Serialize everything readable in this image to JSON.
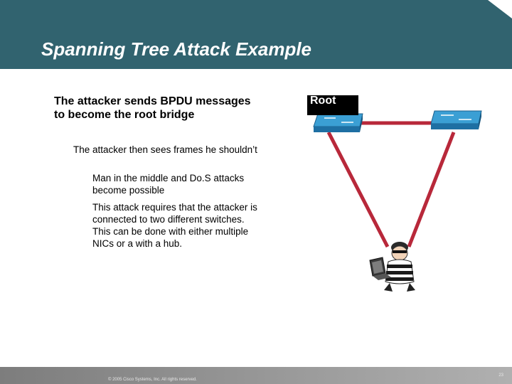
{
  "slide": {
    "title": "Spanning Tree Attack Example",
    "bullets": [
      "The attacker sends BPDU messages to become the root bridge",
      "The attacker then sees frames he shouldn’t",
      "Man in the middle and Do.S attacks become possible",
      "This attack requires that the attacker is connected to two different switches. This can be done with either multiple NICs or a with a hub."
    ]
  },
  "diagram": {
    "root_label": "Root",
    "link_color": "#b8283a",
    "switch_color": "#3b9fd4",
    "icons": [
      "switch-icon",
      "switch-icon",
      "attacker-icon",
      "laptop-icon"
    ]
  },
  "footer": {
    "copyright": "© 2005 Cisco Systems, Inc. All rights reserved.",
    "page_number": "23"
  },
  "colors": {
    "header": "#31636f",
    "footer": "#8c8c8c"
  }
}
